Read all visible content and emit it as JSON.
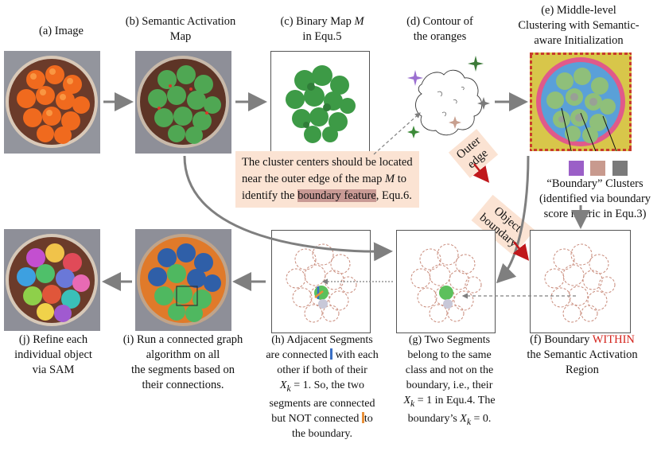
{
  "captions": {
    "a": "(a) Image",
    "b_line1": "(b) Semantic Activation",
    "b_line2": "Map",
    "c_line1": "(c) Binary Map",
    "c_sym": "M",
    "c_line2": "in Equ.5",
    "d_line1": "(d) Contour of",
    "d_line2": "the oranges",
    "e_line1": "(e) Middle-level",
    "e_line2": "Clustering with Semantic-",
    "e_line3": "aware Initialization",
    "boundary_clusters_line1": "“Boundary” Clusters",
    "boundary_clusters_line2": "(identified via boundary",
    "boundary_clusters_line3": "score metric in Equ.3)",
    "f_line1_a": "(f) Boundary ",
    "f_line1_b": "WITHIN",
    "f_line2": "the Semantic Activation",
    "f_line3": "Region",
    "g_line1": "(g) Two Segments",
    "g_line2": "belong to the same",
    "g_line3": "class and not on the",
    "g_line4": "boundary, i.e., their",
    "g_line5_sym": "X",
    "g_line5_sub": "k",
    "g_line5_rest": "= 1 in Equ.4. The",
    "g_line6_pre": "boundary’s",
    "g_line6_sym": "X",
    "g_line6_sub": "k",
    "g_line6_rest": "= 0.",
    "h_line1": "(h) Adjacent Segments",
    "h_line2_a": "are connected",
    "h_line2_b": "with each",
    "h_line3": "other if both of their",
    "h_line4_sym": "X",
    "h_line4_sub": "k",
    "h_line4_rest": "= 1. So, the two",
    "h_line5": "segments are connected",
    "h_line6_a": "but NOT connected",
    "h_line6_b": "to",
    "h_line7": "the boundary.",
    "i_line1": "(i) Run a connected graph",
    "i_line2": "algorithm on all",
    "i_line3": "the segments based on",
    "i_line4": "their connections.",
    "j_line1": "(j) Refine each",
    "j_line2": "individual object",
    "j_line3": "via SAM"
  },
  "note": {
    "line1": "The cluster centers should be located",
    "line2_a": "near the outer edge of the map",
    "line2_sym": "M",
    "line2_b": "to",
    "line3_a": "identify the",
    "line3_hl": "boundary feature",
    "line3_b": ", Equ.6."
  },
  "tilted": {
    "outer_edge_1": "Outer",
    "outer_edge_2": "edge",
    "object_boundary_1": "Object",
    "object_boundary_2": "boundary"
  },
  "colors": {
    "arrow_gray": "#7f7f7f",
    "arrow_red": "#c0171b",
    "note_bg": "#fbe3d3",
    "highlight": "#c99a95",
    "swatch_purple": "#9b5fc7",
    "swatch_pink": "#c89a8e",
    "swatch_gray": "#7a7a7a",
    "within_red": "#d4231c",
    "seg_green": "#5cc05c",
    "connect_blue": "#3a6fc4",
    "connect_orange": "#e8913a"
  }
}
